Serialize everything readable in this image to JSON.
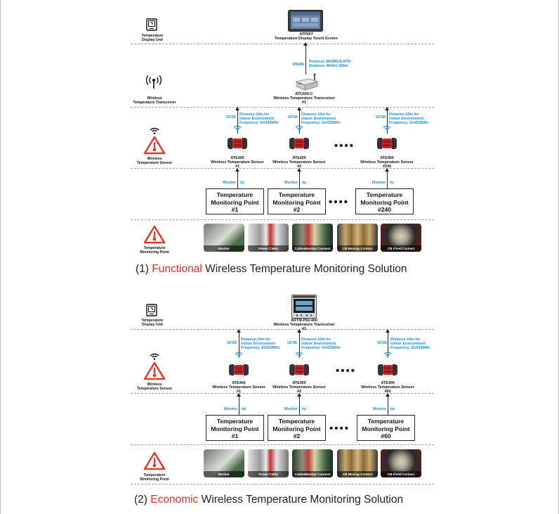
{
  "sections": [
    {
      "title_prefix": "(1) ",
      "title_highlight": "Functional",
      "title_suffix": " Wireless Temperature Monitoring Solution",
      "left_labels": {
        "display": "Temperature\nDisplay Unit",
        "transceiver": "Wireless\nTemperature Transceiver",
        "sensor": "Wireless\nTemperature Sensor",
        "point": "Temperature\nMonitoring Point"
      },
      "display_device": {
        "model": "ATP007",
        "name": "Temperature Display Touch Screen"
      },
      "link": {
        "rs485": "RS485",
        "protocol": "Protocol: MODBUS-RTU",
        "distance": "Distance: Within 300m"
      },
      "transceiver": {
        "model": "ATC600-C",
        "name": "Wireless Temperature Transceiver",
        "num": "#1"
      },
      "radio": {
        "gfsk": "GFSK",
        "distance": "Distance:10m for",
        "env": "indoor Environment",
        "freq": "Frequency: EU433MHz"
      },
      "sensors": [
        {
          "model": "ATE400",
          "name": "Wireless Temperature Sensor",
          "num": "#1"
        },
        {
          "model": "ATE400",
          "name": "Wireless Temperature Sensor",
          "num": "#2"
        },
        {
          "model": "ATE400",
          "name": "Wireless Temperature Sensor",
          "num": "#240"
        }
      ],
      "monitor_by": {
        "monitor": "Monitor",
        "by": "by"
      },
      "points": [
        {
          "line1": "Temperature",
          "line2": "Monitoring Point",
          "num": "#1"
        },
        {
          "line1": "Temperature",
          "line2": "Monitoring Point",
          "num": "#2"
        },
        {
          "line1": "Temperature",
          "line2": "Monitoring Point",
          "num": "#240"
        }
      ],
      "ellipsis": "••••",
      "photos": [
        "Busbar",
        "Power Cable",
        "Cable&Busbar Connect",
        "CB Moving Contact",
        "CB Fixed Contact"
      ]
    },
    {
      "title_prefix": "(2) ",
      "title_highlight": "Economic",
      "title_suffix": " Wireless Temperature Monitoring Solution",
      "left_labels": {
        "display": "Temperature\nDisplay Unit",
        "sensor": "Wireless\nTemperature Sensor",
        "point": "Temperature\nMonitoring Point"
      },
      "transceiver": {
        "model": "ARTM-P60-400",
        "name": "Wireless Temperature Transceiver",
        "num": "#1"
      },
      "radio": {
        "gfsk": "GFSK",
        "distance": "Distance:10m for",
        "env": "indoor Environment",
        "freq": "Frequency: EU433MHz"
      },
      "sensors": [
        {
          "model": "ATE400",
          "name": "Wireless Temperature Sensor",
          "num": "#1"
        },
        {
          "model": "ATE400",
          "name": "Wireless Temperature Sensor",
          "num": "#2"
        },
        {
          "model": "ATE400",
          "name": "Wireless Temperature Sensor",
          "num": "#60"
        }
      ],
      "monitor_by": {
        "monitor": "Monitor",
        "by": "by"
      },
      "points": [
        {
          "line1": "Temperature",
          "line2": "Monitoring Point",
          "num": "#1"
        },
        {
          "line1": "Temperature",
          "line2": "Monitoring Point",
          "num": "#2"
        },
        {
          "line1": "Temperature",
          "line2": "Monitoring Point",
          "num": "#60"
        }
      ],
      "ellipsis": "••••",
      "photos": [
        "Busbar",
        "Power Cable",
        "Cable&Busbar Connect",
        "CB Moving Contact",
        "CB Fixed Contact"
      ]
    }
  ],
  "colors": {
    "accent_red": "#d9322e",
    "link_blue": "#1a8cd8",
    "warning_red": "#e23b2e"
  }
}
